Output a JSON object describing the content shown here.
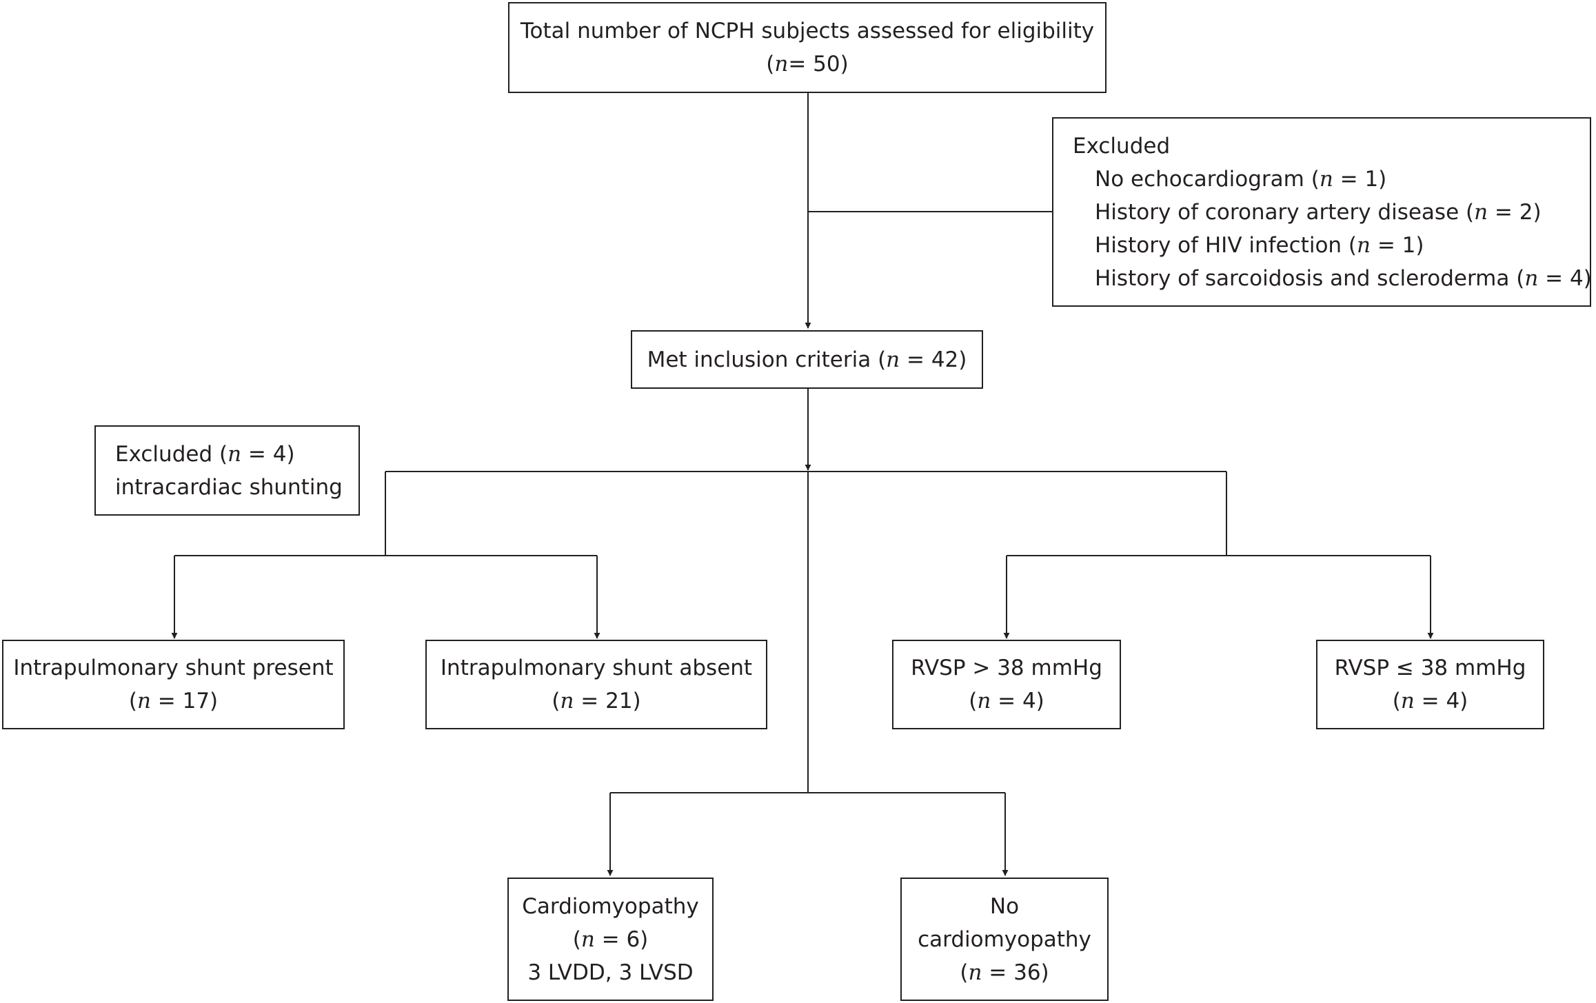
{
  "boxes": {
    "total": {
      "line1": "Total number of NCPH subjects assessed for eligibility",
      "n_open": "(",
      "n_rest": "= 50)"
    },
    "excluded_top": {
      "title": "Excluded",
      "items": [
        {
          "pre": "No echocardiogram (",
          "post": " = 1)"
        },
        {
          "pre": "History of coronary artery disease (",
          "post": " = 2)"
        },
        {
          "pre": "History of HIV infection (",
          "post": " = 1)"
        },
        {
          "pre": "History of sarcoidosis and scleroderma (",
          "post": " = 4)"
        }
      ]
    },
    "inclusion": {
      "pre": "Met inclusion criteria (",
      "post": " = 42)"
    },
    "excluded_shunt": {
      "pre": "Excluded (",
      "post": " = 4)",
      "line2": "intracardiac shunting"
    },
    "shunt_present": {
      "line1": "Intrapulmonary shunt present",
      "n_pre": "(",
      "n_post": " = 17)"
    },
    "shunt_absent": {
      "line1": "Intrapulmonary shunt absent",
      "n_pre": "(",
      "n_post": " = 21)"
    },
    "rvsp_high": {
      "line1": "RVSP > 38 mmHg",
      "n_pre": "(",
      "n_post": " = 4)"
    },
    "rvsp_low": {
      "line1": "RVSP ≤ 38 mmHg",
      "n_pre": "(",
      "n_post": " = 4)"
    },
    "cardiomyopathy": {
      "line1": "Cardiomyopathy",
      "n_pre": "(",
      "n_post": " = 6)",
      "line3": "3 LVDD, 3 LVSD"
    },
    "no_cardiomyopathy": {
      "line1": "No",
      "line2": "cardiomyopathy",
      "n_pre": "(",
      "n_post": " = 36)"
    }
  },
  "n_symbol": "n",
  "colors": {
    "line": "#231f20",
    "text": "#231f20",
    "background": "#ffffff"
  }
}
